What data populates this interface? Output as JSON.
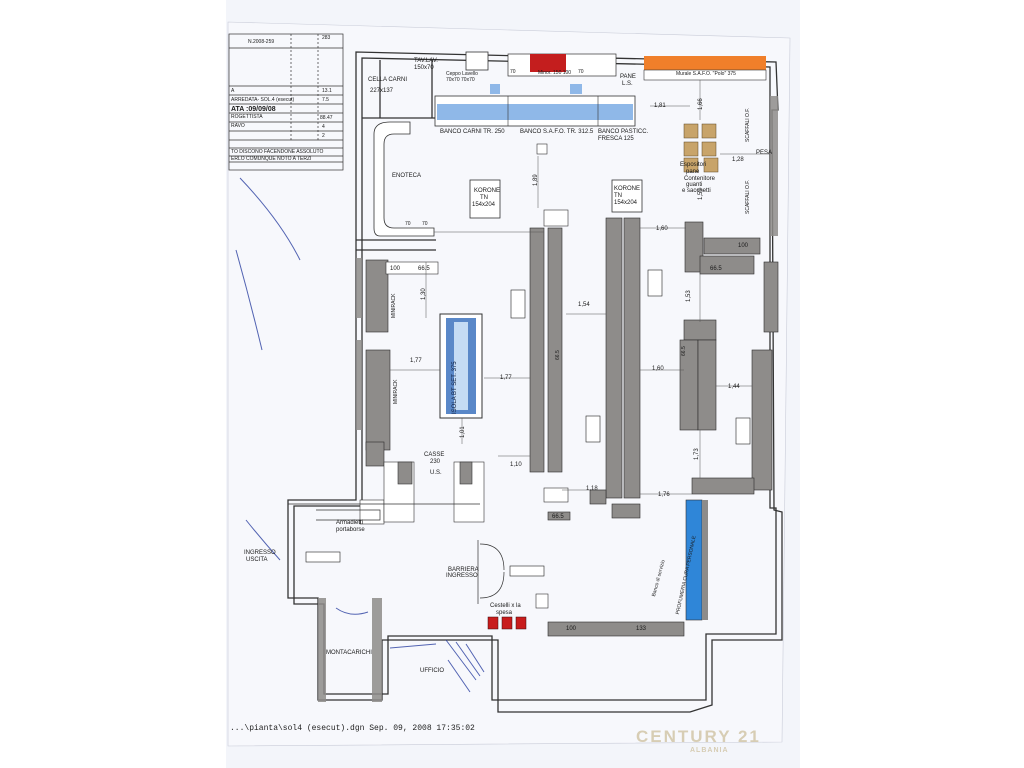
{
  "title_block": {
    "drawing_no": "N.2008-259",
    "line_a": "A",
    "line_arredata": "ARREDATA- SOL.4 (esecut)",
    "line_data": "ATA :09/09/08",
    "line_progettista": "ROGETTISTA",
    "line_bravo": "RAVO",
    "notice1": "TO DISCONO FACENDONE ASSOLUTO",
    "notice2": "ERLO COMUNQUE NOTO A TERZI",
    "values": [
      "283",
      "13.1",
      "7.5",
      "88.47",
      "4",
      "2"
    ]
  },
  "labels": {
    "cella_carni": "CELLA CARNI",
    "cella_dim": "227x137",
    "tav_lav": "TAV.LAV.",
    "tav_lav_dim": "150x70",
    "ceppo_lavello": "Ceppo Lavello",
    "ceppo_dim": "70x70  70x70",
    "minor": "Minor. 150  100",
    "pane": "PANE",
    "pane_ls": "L.S.",
    "murale": "Murale S.A.F.O. \"Polo\"  375",
    "banco_carni": "BANCO CARNI TR. 250",
    "banco_safo": "BANCO S.A.F.O. TR. 312.5",
    "banco_pastic": "BANCO PASTICC.",
    "banco_pastic2": "FRESCA 125",
    "enoteca": "ENOTECA",
    "korone1": "KORONE",
    "korone1_tn": "TN",
    "korone1_dim": "154x204",
    "korone2": "KORONE",
    "korone2_tn": "TN",
    "korone2_dim": "154x204",
    "espositori": "Espositori",
    "espositori2": "pane",
    "contenitore": "Contenitore",
    "contenitore2": "guanti",
    "contenitore3": "e sacchetti",
    "scaffali1": "SCAFFALI O.F.",
    "scaffali2": "SCAFFALI O.F.",
    "pesa": "PESA",
    "miniprack1": "MINIRACK",
    "miniprack2": "MINIRACK",
    "isola": "ISOLA BT SET. 375",
    "casse": "CASSE",
    "casse_n": "230",
    "us": "U.S.",
    "armadietti": "Armadietti",
    "portaborse": "portaborse",
    "ingresso": "INGRESSO",
    "uscita": "USCITA",
    "barriera": "BARRIERA",
    "barriera2": "INGRESSO",
    "cestelli": "Cestelli x la",
    "cestelli2": "spesa",
    "montacarichi": "MONTACARICHI",
    "ufficio": "UFFICIO",
    "banco_servizio": "Banco di servizio",
    "profumeria": "PROFUMERIA CURA PERSONALE"
  },
  "dimensions": {
    "d70a": "70",
    "d70b": "70",
    "d70c": "70",
    "d70d": "70",
    "d181": "1,81",
    "d166": "1,66",
    "d128": "1,28",
    "d159": "1,59",
    "d189": "1,89",
    "d160a": "1,60",
    "d160b": "1,60",
    "d153": "1,53",
    "d154": "1,54",
    "d130": "1,30",
    "d177a": "1,77",
    "d177b": "1,77",
    "d144": "1,44",
    "d173": "1,73",
    "d110": "1,10",
    "d118": "1,18",
    "d176": "1,76",
    "d101": "1,01",
    "d100a": "100",
    "d665a": "66.5",
    "d665b": "66.5",
    "d665c": "66.5",
    "d100b": "100",
    "d100c": "100",
    "d133": "133",
    "d665d": "66.5",
    "d665e": "66.5"
  },
  "footer": "...\\pianta\\sol4 (esecut).dgn   Sep. 09, 2008   17:35:02",
  "watermark": "CENTURY 21",
  "watermark_sub": "ALBANIA",
  "colors": {
    "table": "#ffffff",
    "paper": "#f4f6fb",
    "line": "#333333",
    "fixture_gray": "#8e8c8a",
    "blue_counter": "#8fb8e8",
    "murale_orange": "#f07f2a",
    "minor_red": "#c41e1e",
    "crate_tan": "#c8a46a",
    "profumeria_blue": "#2f86d8",
    "basket_red": "#c81c1c",
    "pen_blue": "#2a3fa0"
  }
}
